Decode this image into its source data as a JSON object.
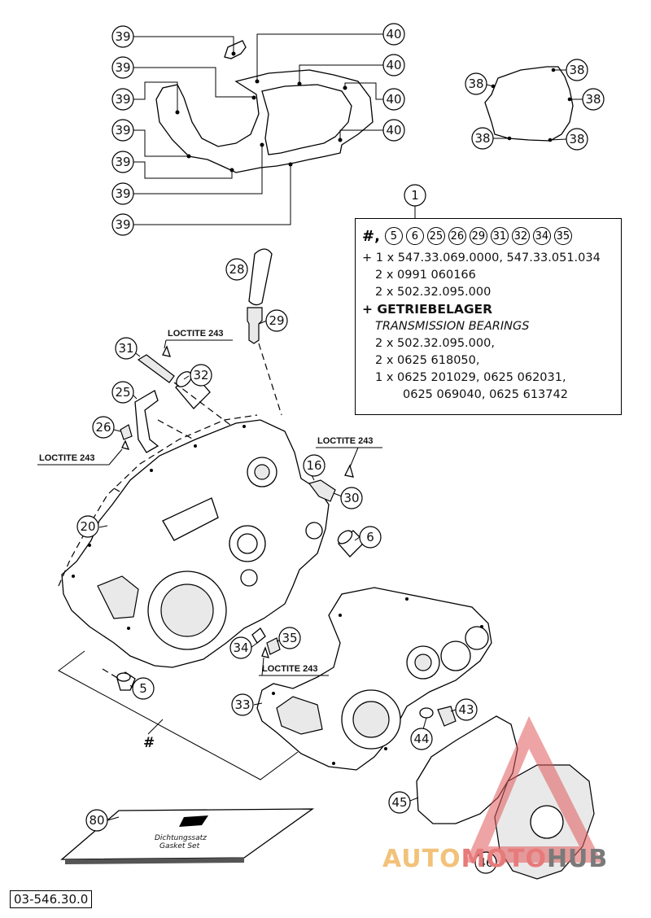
{
  "callouts": {
    "c39a": "39",
    "c39b": "39",
    "c39c": "39",
    "c39d": "39",
    "c39e": "39",
    "c39f": "39",
    "c39g": "39",
    "c40a": "40",
    "c40b": "40",
    "c40c": "40",
    "c40d": "40",
    "c38a": "38",
    "c38b": "38",
    "c38c": "38",
    "c38d": "38",
    "c38e": "38",
    "c1": "1",
    "c28": "28",
    "c29": "29",
    "c31": "31",
    "c32": "32",
    "c25": "25",
    "c26": "26",
    "c20": "20",
    "c16": "16",
    "c30": "30",
    "c6": "6",
    "c34": "34",
    "c35": "35",
    "c5": "5",
    "c33": "33",
    "c43": "43",
    "c44": "44",
    "c45": "45",
    "c80": "80",
    "c46": "46"
  },
  "loctite": {
    "l1": "LOCTITE 243",
    "l2": "LOCTITE 243",
    "l3": "LOCTITE 243",
    "l4": "LOCTITE 243"
  },
  "hash_label": "#",
  "infobox": {
    "hash": "#,",
    "parts": [
      "5",
      "6",
      "25",
      "26",
      "29",
      "31",
      "32",
      "34",
      "35"
    ],
    "line1": "+ 1 x 547.33.069.0000, 547.33.051.034",
    "line2": "2 x 0991 060166",
    "line3": "2 x 502.32.095.000",
    "heading": "+ GETRIEBELAGER",
    "heading_en": "TRANSMISSION BEARINGS",
    "line4": "2 x 502.32.095.000,",
    "line5": "2 x 0625 618050,",
    "line6": "1 x 0625 201029, 0625 062031,",
    "line7": "0625 069040, 0625 613742"
  },
  "manual_text": {
    "line1": "Dichtungssatz",
    "line2": "Gasket Set"
  },
  "drawing_code": "03-546.30.0",
  "watermark": {
    "part1": "AUTO",
    "part2": "MOTO",
    "part3": "HUB"
  }
}
